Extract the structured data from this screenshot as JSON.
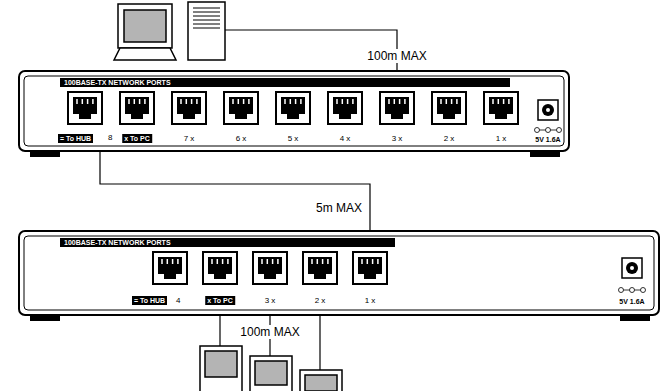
{
  "diagram": {
    "nodes": [
      {
        "text": [
          "100BASE-TX NETWORK PORTS",
          "= To HUB",
          "8",
          "x To PC",
          "7 x",
          "6 x",
          "5 x",
          "4 x",
          "3 x",
          "2 x",
          "1 x",
          "5V 1.6A"
        ]
      },
      {
        "text": [
          "100BASE-TX NETWORK PORTS",
          "= To HUB",
          "4",
          "x To PC",
          "3 x",
          "2 x",
          "1 x",
          "5V 1.6A"
        ]
      }
    ],
    "edges": [
      {
        "from": 0,
        "to": 1,
        "arrow": "none",
        "label": "5m MAX"
      }
    ],
    "labels": [
      "100m MAX",
      "100m MAX"
    ]
  }
}
